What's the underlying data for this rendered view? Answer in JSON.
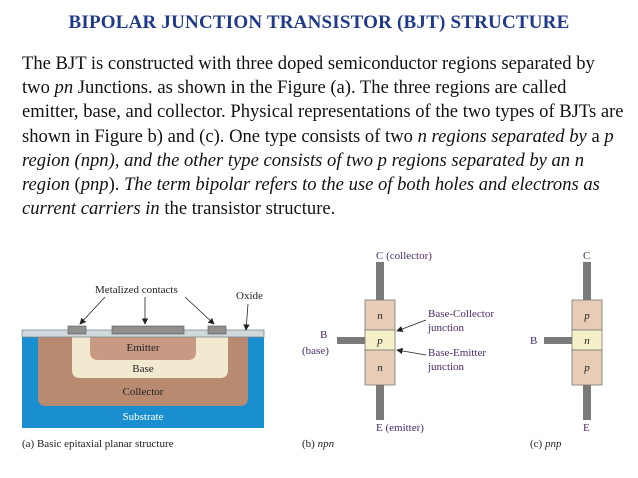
{
  "title": "BIPOLAR JUNCTION TRANSISTOR (BJT) STRUCTURE",
  "paragraph": {
    "p1": "The BJT is constructed with three doped semiconductor regions separated by two ",
    "p2": "pn",
    "p3": " Junctions. as shown in the Figure (a). The three regions are called emitter, base, and collector. Physical representations of the two types of BJTs are shown in Figure b) and (c). One type consists of two ",
    "p4": "n regions separated by",
    "p5": " a ",
    "p6": "p region (npn), and the other type consists of two p regions separated by an n region",
    "p7": " (",
    "p8": "pnp",
    "p9": "). ",
    "p10": "The term bipolar refers to the use of both holes and electrons as current carriers in",
    "p11": " the transistor structure."
  },
  "figure_a": {
    "metalized_contacts": "Metalized contacts",
    "oxide": "Oxide",
    "emitter": "Emitter",
    "base": "Base",
    "collector": "Collector",
    "substrate": "Substrate",
    "caption": "(a) Basic epitaxial planar structure"
  },
  "figure_b": {
    "collector": "C (collector)",
    "base_b": "B",
    "base_label": "(base)",
    "emitter": "E (emitter)",
    "n_top": "n",
    "p_mid": "p",
    "n_bot": "n",
    "bc_line1": "Base-Collector",
    "bc_line2": "junction",
    "be_line1": "Base-Emitter",
    "be_line2": "junction",
    "caption_prefix": "(b) ",
    "caption_em": "npn"
  },
  "figure_c": {
    "c": "C",
    "b": "B",
    "e": "E",
    "p_top": "p",
    "n_mid": "n",
    "p_bot": "p",
    "caption_prefix": "(c) ",
    "caption_em": "pnp"
  },
  "colors": {
    "title": "#1f3a8a",
    "substrate_blue": "#1a8fd0",
    "collector_brown": "#b88a70",
    "base_cream": "#f2ead0",
    "emitter_mauve": "#c89a84",
    "metal_gray": "#8f8f8f",
    "transistor_body": "#e8cdb6",
    "transistor_mid": "#f5f0c8",
    "label_purple": "#4a2a6a"
  }
}
